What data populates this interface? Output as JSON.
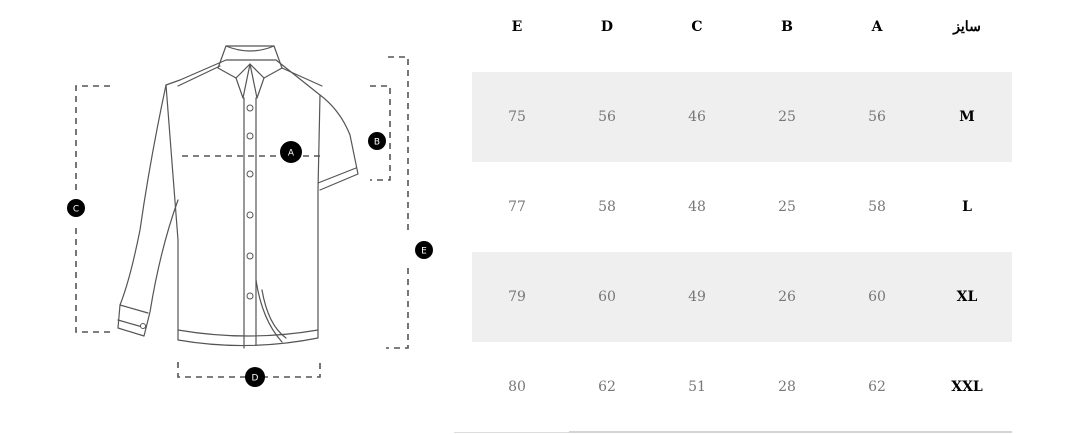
{
  "diagram": {
    "markers": {
      "a": "A",
      "b": "B",
      "c": "C",
      "d": "D",
      "e": "E"
    }
  },
  "table": {
    "headers": [
      "E",
      "D",
      "C",
      "B",
      "A",
      "سایز"
    ],
    "rows": [
      [
        "75",
        "56",
        "46",
        "25",
        "56",
        "M"
      ],
      [
        "77",
        "58",
        "48",
        "25",
        "58",
        "L"
      ],
      [
        "79",
        "60",
        "49",
        "26",
        "60",
        "XL"
      ],
      [
        "80",
        "62",
        "51",
        "28",
        "62",
        "XXL"
      ]
    ]
  }
}
